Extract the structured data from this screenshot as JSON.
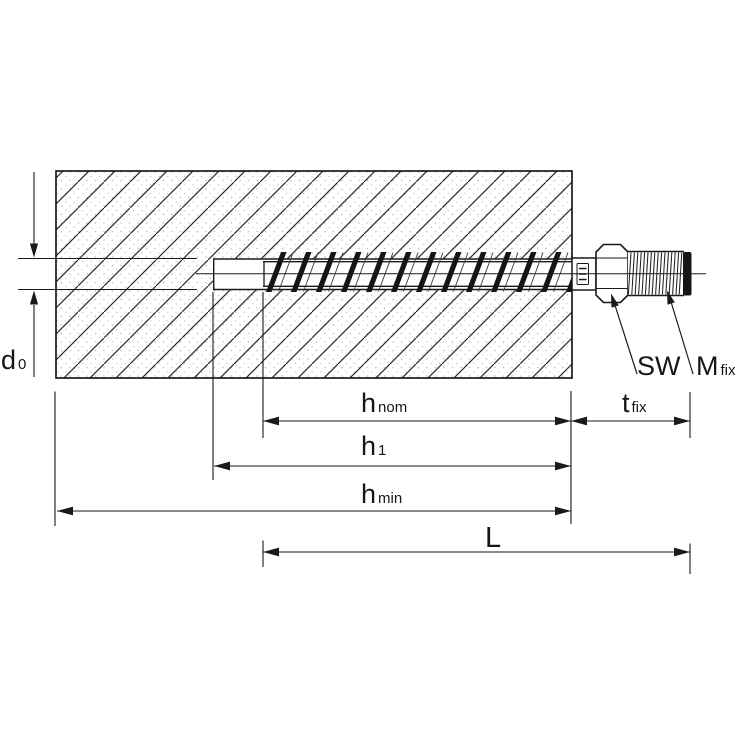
{
  "diagram": {
    "description": "Installation cross-section drawing of a concrete screw anchor in a hatched base material with dimensioning",
    "colors": {
      "line": "#1a1a1a",
      "concrete_dot": "#bdbdbd",
      "background": "#ffffff",
      "thread_fill": "#151515"
    },
    "labels": {
      "d0": {
        "main": "d",
        "sub": "0"
      },
      "h_nom": {
        "main": "h",
        "sub": "nom"
      },
      "h1": {
        "main": "h",
        "sub": "1"
      },
      "h_min": {
        "main": "h",
        "sub": "min"
      },
      "L": {
        "main": "L"
      },
      "t_fix": {
        "main": "t",
        "sub": "fix"
      },
      "SW": {
        "main": "SW"
      },
      "M_fix": {
        "main": "M",
        "sub": "fix"
      }
    }
  }
}
